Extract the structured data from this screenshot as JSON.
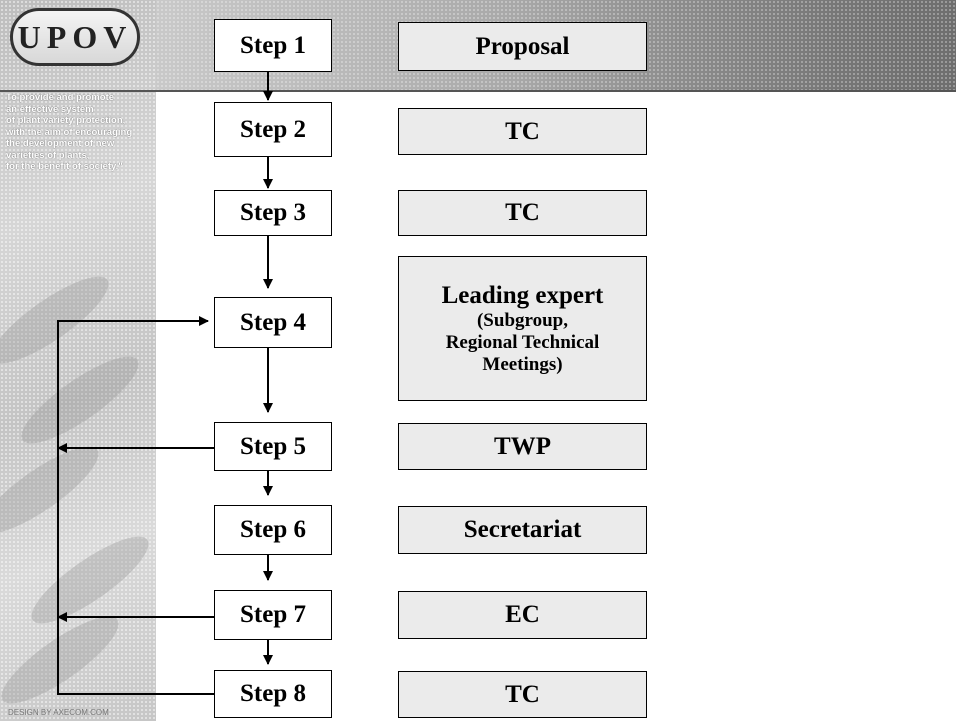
{
  "brand": {
    "logo_text": "UPOV",
    "motto_lines": [
      "To provide and promote",
      "an effective system",
      "of plant variety protection,",
      "with the aim of encouraging",
      "the development of new",
      "varieties of plants,",
      "for the benefit of society.\""
    ],
    "credit": "DESIGN BY AXECOM.COM"
  },
  "steps": [
    {
      "label": "Step 1",
      "actor": "Proposal"
    },
    {
      "label": "Step 2",
      "actor": "TC"
    },
    {
      "label": "Step 3",
      "actor": "TC"
    },
    {
      "label": "Step 4",
      "actor": "Leading expert",
      "actor_sub": [
        "(Subgroup,",
        "Regional Technical",
        "Meetings)"
      ]
    },
    {
      "label": "Step 5",
      "actor": "TWP"
    },
    {
      "label": "Step 6",
      "actor": "Secretariat"
    },
    {
      "label": "Step 7",
      "actor": "EC"
    },
    {
      "label": "Step 8",
      "actor": "TC"
    }
  ]
}
